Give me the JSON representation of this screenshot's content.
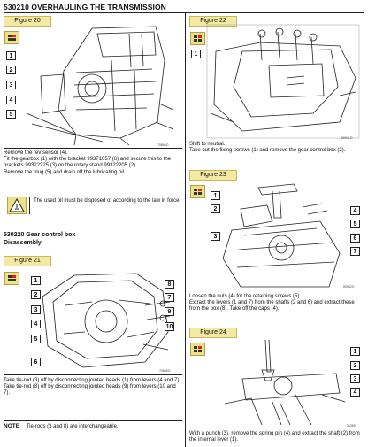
{
  "header": {
    "title": "530210   OVERHAULING THE TRANSMISSION"
  },
  "figures": {
    "fig20": {
      "label": "Figure 20",
      "code": "70864O",
      "callouts": [
        "1",
        "2",
        "3",
        "4",
        "5"
      ]
    },
    "fig21": {
      "label": "Figure 21",
      "code": "70865O",
      "callouts": [
        "1",
        "2",
        "3",
        "4",
        "5",
        "6",
        "7",
        "8",
        "9",
        "10"
      ]
    },
    "fig22": {
      "label": "Figure 22",
      "code": "80941O",
      "callouts": [
        "1"
      ]
    },
    "fig23": {
      "label": "Figure 23",
      "code": "80942O",
      "callouts": [
        "1",
        "2",
        "3",
        "4",
        "5",
        "6",
        "7"
      ]
    },
    "fig24": {
      "label": "Figure 24",
      "code": "51389",
      "callouts": [
        "1",
        "2",
        "3",
        "4"
      ]
    }
  },
  "left": {
    "fig20_text": [
      "Remove the rev sensor (4).",
      "Fit the gearbox (1) with the bracket 99371057 (6) and secure this to the brackets 99322225 (3) on the rotary stand 99322205 (2).",
      "Remove the plug (5) and drain off the lubricating oil."
    ],
    "warning": "The used oil must be disposed of according to the law in force.",
    "section_title": "530220    Gear control box",
    "section_sub": "Disassembly",
    "fig21_text": [
      "Take tie-rod (3) off by disconnecting jointed heads (1) from levers (4 and 7).",
      "Take tie-rod (8) off by disconnecting jointed heads (9) from levers (10 and 7)."
    ],
    "note_label": "NOTE",
    "note_text": "Tie-rods (3 and 8) are interchangeable."
  },
  "right": {
    "fig22_text": [
      "Shift to neutral.",
      "Take out the fixing screws (1) and remove the gear control box (2)."
    ],
    "fig23_text": [
      "Loosen the nuts (4) for the retaining screws (5).",
      "Extract the levers (1 and 7) from the shafts (2 and 6) and extract these from the box (8). Take off the caps (4)."
    ],
    "fig24_text": [
      "With a punch (3), remove the spring pin (4) and extract the shaft (2) from the internal lever (1)."
    ]
  },
  "colors": {
    "tab_fill": "#f4e9a3",
    "icon_fill": "#efe08a",
    "icon_red": "#dd2222"
  }
}
